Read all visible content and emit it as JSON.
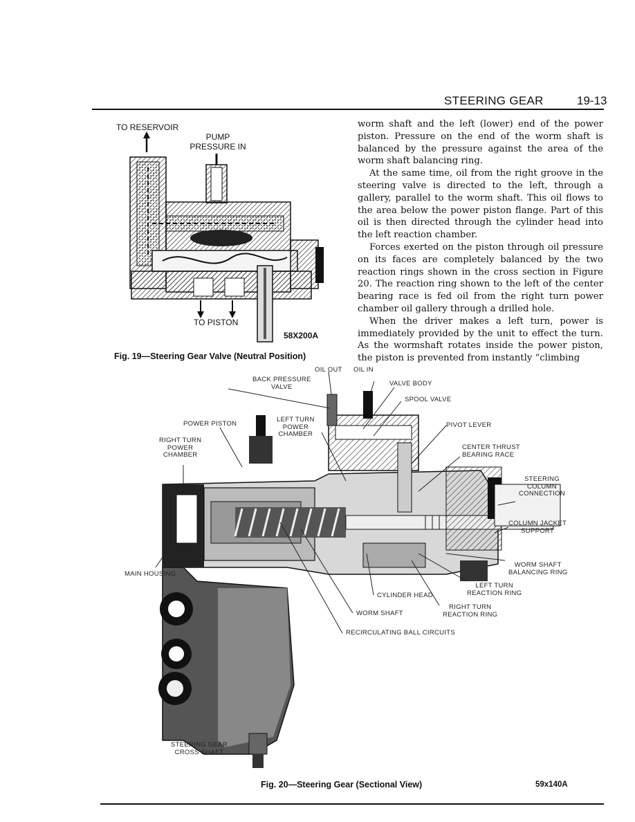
{
  "header": {
    "title": "STEERING GEAR",
    "page_number": "19-13"
  },
  "figure19": {
    "labels": {
      "to_reservoir": "TO RESERVOIR",
      "pump_pressure_in": "PUMP\nPRESSURE IN",
      "to_piston": "TO PISTON"
    },
    "code": "58X200A",
    "caption": "Fig. 19—Steering Gear Valve (Neutral Position)"
  },
  "body_paragraphs": [
    "worm shaft and the left (lower) end of the power piston. Pressure on the end of the worm shaft is balanced by the pressure against the area of the worm shaft balancing ring.",
    "At the same time, oil from the right groove in the steering valve is directed to the left, through a gallery, parallel to the worm shaft. This oil flows to the area below the power piston flange. Part of this oil is then directed through the cylinder head into the left reaction chamber.",
    "Forces exerted on the piston through oil pressure on its faces are completely balanced by the two reaction rings shown in the cross section in Figure 20. The reaction ring shown to the left of the center bearing race is fed oil from the right turn power chamber oil gallery through a drilled hole.",
    "When the driver makes a left turn, power is immediately provided by the unit to effect the turn. As the wormshaft rotates inside the power piston, the piston is prevented from instantly “climbing"
  ],
  "figure20": {
    "labels": {
      "oil_out": "OIL OUT",
      "oil_in": "OIL IN",
      "back_pressure_valve": "BACK PRESSURE\nVALVE",
      "valve_body": "VALVE BODY",
      "spool_valve": "SPOOL VALVE",
      "power_piston": "POWER PISTON",
      "left_turn_power_chamber": "LEFT TURN\nPOWER\nCHAMBER",
      "pivot_lever": "PIVOT LEVER",
      "right_turn_power_chamber": "RIGHT TURN\nPOWER\nCHAMBER",
      "center_thrust_bearing_race": "CENTER THRUST\nBEARING RACE",
      "steering_column_connection": "STEERING\nCOLUMN\nCONNECTION",
      "column_jacket_support": "COLUMN JACKET\nSUPPORT",
      "main_housing": "MAIN HOUSING",
      "worm_shaft_balancing_ring": "WORM SHAFT\nBALANCING RING",
      "left_turn_reaction_ring": "LEFT TURN\nREACTION RING",
      "cylinder_head": "CYLINDER HEAD",
      "right_turn_reaction_ring": "RIGHT TURN\nREACTION RING",
      "worm_shaft": "WORM SHAFT",
      "recirculating_ball_circuits": "RECIRCULATING BALL CIRCUITS",
      "steering_gear_cross_shaft": "STEERING GEAR\nCROSS SHAFT"
    },
    "code": "59x140A",
    "caption": "Fig. 20—Steering Gear (Sectional View)"
  }
}
